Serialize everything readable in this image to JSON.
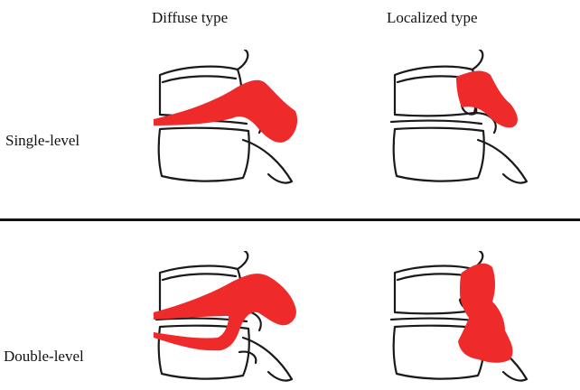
{
  "columns": [
    {
      "label": "Diffuse type"
    },
    {
      "label": "Localized type"
    }
  ],
  "rows": [
    {
      "label": "Single-level"
    },
    {
      "label": "Double-level"
    }
  ],
  "colors": {
    "lesion": "#ee2a2a",
    "line": "#1a1a1a"
  }
}
